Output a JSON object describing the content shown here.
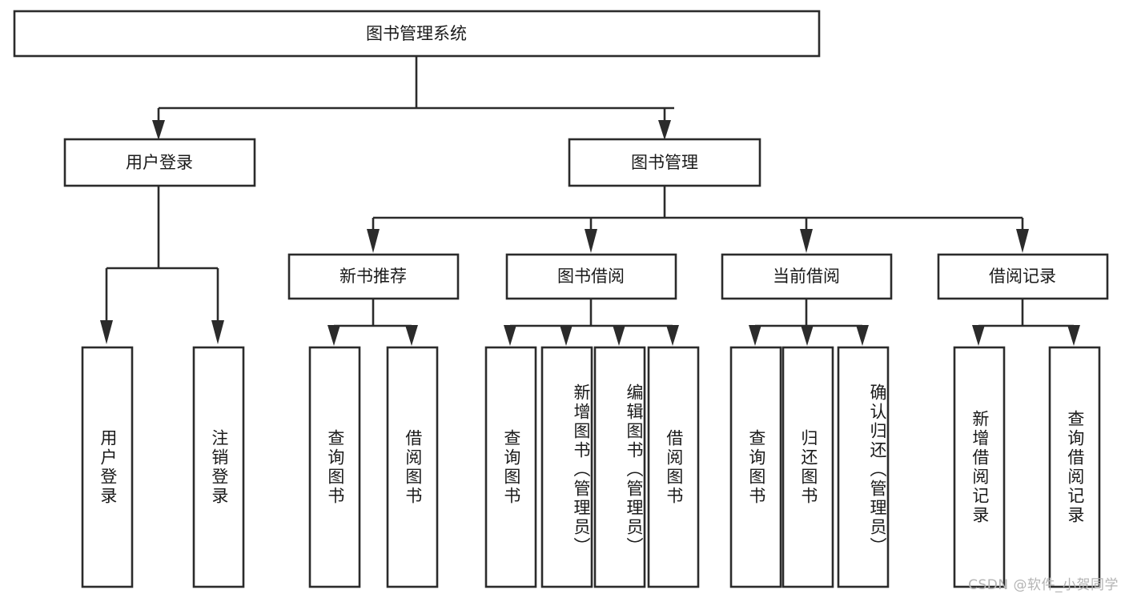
{
  "diagram": {
    "type": "tree",
    "title": "图书管理系统",
    "root": {
      "label": "图书管理系统",
      "level": 0
    },
    "level1": [
      {
        "label": "用户登录"
      },
      {
        "label": "图书管理"
      }
    ],
    "level2_under_book_management": [
      {
        "label": "新书推荐"
      },
      {
        "label": "图书借阅"
      },
      {
        "label": "当前借阅"
      },
      {
        "label": "借阅记录"
      }
    ],
    "leaves": {
      "user_login": [
        {
          "label": "用户登录"
        },
        {
          "label": "注销登录"
        }
      ],
      "new_book_recommend": [
        {
          "label": "查询图书"
        },
        {
          "label": "借阅图书"
        }
      ],
      "book_borrow": [
        {
          "label": "查询图书"
        },
        {
          "label": "新增图书（管理员）"
        },
        {
          "label": "编辑图书（管理员）"
        },
        {
          "label": "借阅图书"
        }
      ],
      "current_borrow": [
        {
          "label": "查询图书"
        },
        {
          "label": "归还图书"
        },
        {
          "label": "确认归还（管理员）"
        }
      ],
      "borrow_record": [
        {
          "label": "新增借阅记录"
        },
        {
          "label": "查询借阅记录"
        }
      ]
    },
    "watermark": "CSDN @软件_小贺同学",
    "colors": {
      "stroke": "#2b2b2b",
      "fill": "#ffffff",
      "text": "#1a1a1a",
      "watermark": "#b4b4b4"
    }
  }
}
